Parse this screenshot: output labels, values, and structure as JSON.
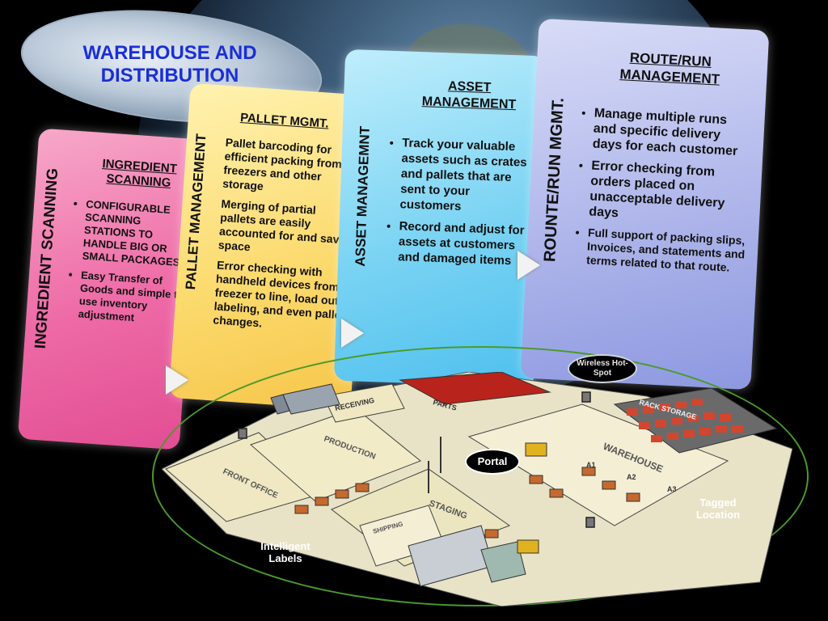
{
  "title": "WAREHOUSE AND DISTRIBUTION",
  "colors": {
    "title_blue": "#1a2fd6",
    "pink_card": "#ee6aa6",
    "yellow_card": "#fbd96b",
    "cyan_card": "#7ad3f3",
    "lavender_card": "#aeb5ea",
    "floor_oval": "#4a9a2a"
  },
  "cards": {
    "ingredient": {
      "vertical_label": "INGREDIENT SCANNING",
      "heading": "INGREDIENT SCANNING",
      "bullets": [
        "CONFIGURABLE SCANNING STATIONS TO HANDLE BIG OR SMALL PACKAGES",
        "Easy Transfer of Goods and simple to use inventory adjustment"
      ]
    },
    "pallet": {
      "vertical_label": "PALLET MANAGEMENT",
      "heading": "PALLET MGMT.",
      "paragraphs": [
        "Pallet barcoding for efficient packing from freezers and other storage",
        "Merging of partial pallets are easily accounted for and saves space",
        "Error checking with handheld devices from freezer to line, load out, labeling, and even pallet changes."
      ]
    },
    "asset": {
      "vertical_label": "ASSET MANAGEMNT",
      "heading": "ASSET MANAGEMENT",
      "bullets": [
        "Track your valuable assets such as crates and pallets that are sent to your customers",
        "Record and adjust for assets at customers  and damaged items"
      ]
    },
    "route": {
      "vertical_label": "ROUNTE/RUN MGMT.",
      "heading": "ROUTE/RUN MANAGEMENT",
      "bullets": [
        "Manage multiple runs and specific delivery days for each customer",
        "Error checking from orders placed on unacceptable delivery days",
        "Full support of packing slips, Invoices, and statements and terms related to that route."
      ]
    }
  },
  "floor": {
    "zones": {
      "receiving": "RECEIVING",
      "parts": "PARTS",
      "production": "PRODUCTION",
      "rack_storage": "RACK STORAGE",
      "warehouse": "WAREHOUSE",
      "front_office": "FRONT OFFICE",
      "staging": "STAGING",
      "shipping": "SHIPPING",
      "a1": "A1",
      "a2": "A2",
      "a3": "A3"
    },
    "callouts": {
      "portal": "Portal",
      "wireless_hotspot": "Wireless Hot-Spot",
      "tagged_location": "Tagged Location",
      "intelligent_labels": "Intelligent Labels"
    }
  }
}
